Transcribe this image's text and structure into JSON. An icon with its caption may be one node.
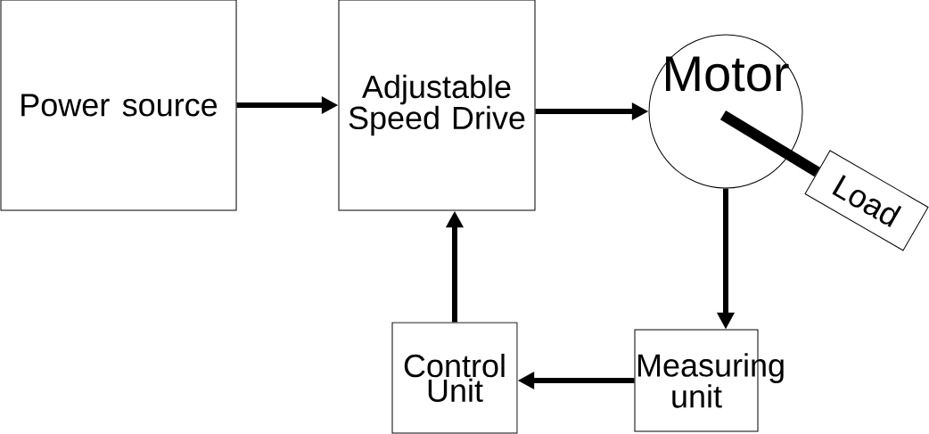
{
  "diagram": {
    "nodes": [
      {
        "text": [
          "Power source"
        ]
      },
      {
        "text": [
          "Adjustable Speed Drive"
        ]
      },
      {
        "text": [
          "Motor"
        ]
      },
      {
        "text": [
          "Load"
        ]
      },
      {
        "text": [
          "Control Unit"
        ]
      },
      {
        "text": [
          "Measuring unit"
        ]
      }
    ],
    "edges": [
      {
        "from": 0,
        "to": 1,
        "arrow": "to"
      },
      {
        "from": 1,
        "to": 2,
        "arrow": "to"
      },
      {
        "from": 2,
        "to": 3,
        "arrow": "none",
        "style": "thick"
      },
      {
        "from": 2,
        "to": 5,
        "arrow": "to"
      },
      {
        "from": 5,
        "to": 4,
        "arrow": "to"
      },
      {
        "from": 4,
        "to": 1,
        "arrow": "to"
      }
    ]
  }
}
